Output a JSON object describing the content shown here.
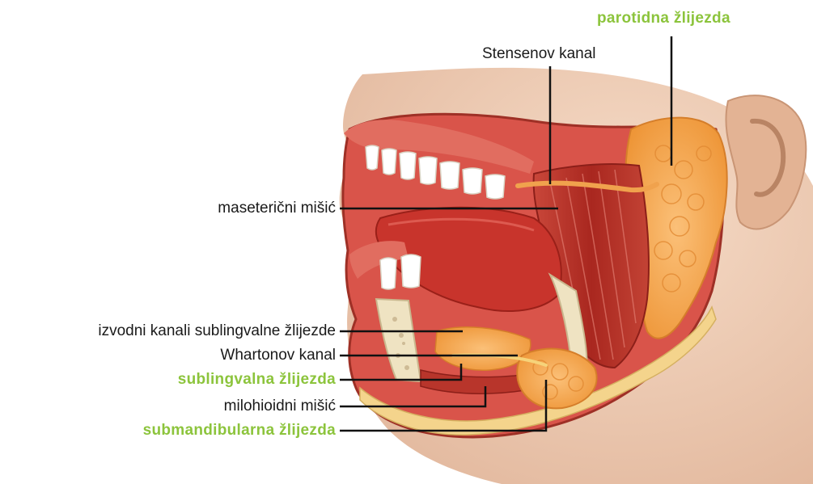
{
  "labels": {
    "parotid": "parotidna žlijezda",
    "stensen": "Stensenov kanal",
    "masseter": "maseterični mišić",
    "sublingual_ducts": "izvodni kanali sublingvalne žlijezde",
    "wharton": "Whartonov kanal",
    "sublingual_gland": "sublingvalna žlijezda",
    "mylohyoid": "milohioidni mišić",
    "submandibular": "submandibularna žlijezda"
  },
  "colors": {
    "gland_label": "#8cc43c",
    "text_label": "#1a1a1a",
    "leader_line": "#111111",
    "skin": "#f2d3bd",
    "muscle": "#b8352b",
    "gland": "#f4a64a",
    "bone": "#f0e6c8"
  }
}
